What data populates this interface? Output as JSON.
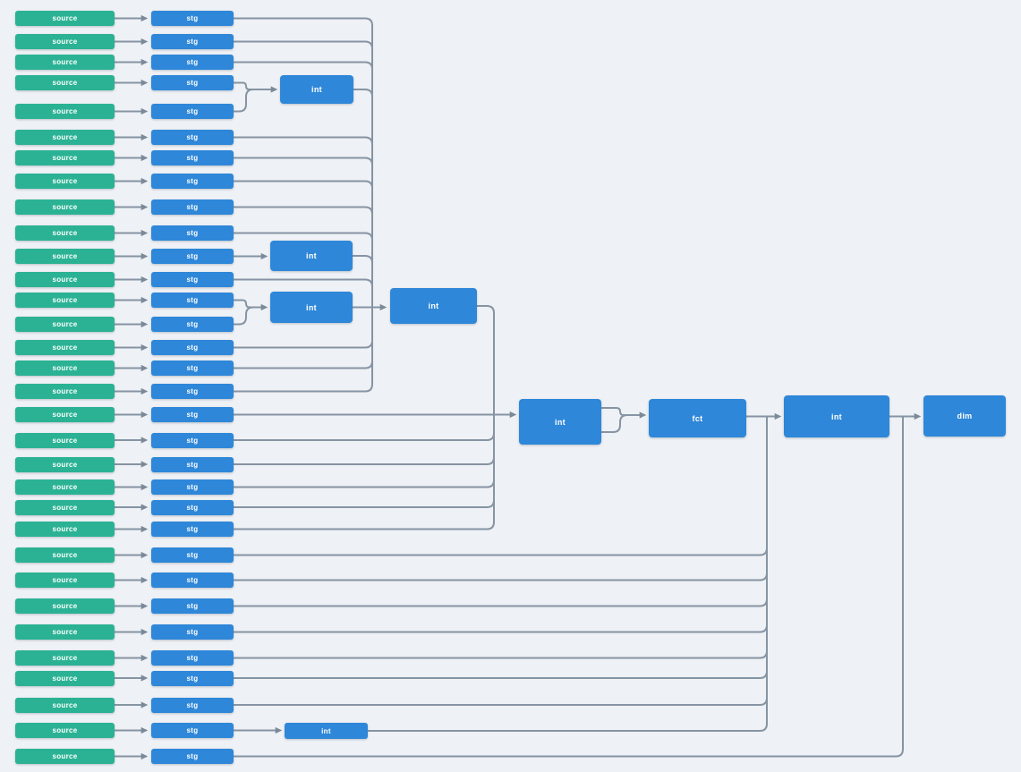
{
  "diagram": {
    "background": "#eef1f5",
    "colors": {
      "source_node": "#2bb294",
      "model_node": "#2e87d8",
      "edge": "#8694a3",
      "arrowhead": "#7b8a99",
      "node_text": "#ffffff"
    },
    "rows": [
      {
        "source": "source",
        "stg": "stg",
        "stg_to": "int-4"
      },
      {
        "source": "source",
        "stg": "stg",
        "stg_to": "int-4"
      },
      {
        "source": "source",
        "stg": "stg",
        "stg_to": "int-4"
      },
      {
        "source": "source",
        "stg": "stg",
        "stg_to": "int-1"
      },
      {
        "source": "source",
        "stg": "stg",
        "stg_to": "int-1"
      },
      {
        "source": "source",
        "stg": "stg",
        "stg_to": "int-4"
      },
      {
        "source": "source",
        "stg": "stg",
        "stg_to": "int-4"
      },
      {
        "source": "source",
        "stg": "stg",
        "stg_to": "int-4"
      },
      {
        "source": "source",
        "stg": "stg",
        "stg_to": "int-4"
      },
      {
        "source": "source",
        "stg": "stg",
        "stg_to": "int-4"
      },
      {
        "source": "source",
        "stg": "stg",
        "stg_to": "int-2"
      },
      {
        "source": "source",
        "stg": "stg",
        "stg_to": "int-4"
      },
      {
        "source": "source",
        "stg": "stg",
        "stg_to": "int-3"
      },
      {
        "source": "source",
        "stg": "stg",
        "stg_to": "int-3"
      },
      {
        "source": "source",
        "stg": "stg",
        "stg_to": "int-4"
      },
      {
        "source": "source",
        "stg": "stg",
        "stg_to": "int-4"
      },
      {
        "source": "source",
        "stg": "stg",
        "stg_to": "int-4"
      },
      {
        "source": "source",
        "stg": "stg",
        "stg_to": "int-5"
      },
      {
        "source": "source",
        "stg": "stg",
        "stg_to": "int-5"
      },
      {
        "source": "source",
        "stg": "stg",
        "stg_to": "int-5"
      },
      {
        "source": "source",
        "stg": "stg",
        "stg_to": "int-5"
      },
      {
        "source": "source",
        "stg": "stg",
        "stg_to": "int-5"
      },
      {
        "source": "source",
        "stg": "stg",
        "stg_to": "int-5"
      },
      {
        "source": "source",
        "stg": "stg",
        "stg_to": "int-6"
      },
      {
        "source": "source",
        "stg": "stg",
        "stg_to": "int-6"
      },
      {
        "source": "source",
        "stg": "stg",
        "stg_to": "int-6"
      },
      {
        "source": "source",
        "stg": "stg",
        "stg_to": "int-6"
      },
      {
        "source": "source",
        "stg": "stg",
        "stg_to": "int-6"
      },
      {
        "source": "source",
        "stg": "stg",
        "stg_to": "int-6"
      },
      {
        "source": "source",
        "stg": "stg",
        "stg_to": "int-6"
      },
      {
        "source": "source",
        "stg": "stg",
        "stg_to": "int-7"
      },
      {
        "source": "source",
        "stg": "stg",
        "stg_to": "dim-1"
      }
    ],
    "nodes": [
      {
        "id": "int-1",
        "label": "int",
        "inputs": [
          "stg-4",
          "stg-5"
        ],
        "output": "int-4"
      },
      {
        "id": "int-2",
        "label": "int",
        "inputs": [
          "stg-11"
        ],
        "output": "int-4"
      },
      {
        "id": "int-3",
        "label": "int",
        "inputs": [
          "stg-13",
          "stg-14"
        ],
        "output": "int-4"
      },
      {
        "id": "int-4",
        "label": "int",
        "output": "int-5"
      },
      {
        "id": "int-5",
        "label": "int",
        "output": "fct-1",
        "output_edge_count": 2
      },
      {
        "id": "fct-1",
        "label": "fct",
        "output": "int-6"
      },
      {
        "id": "int-6",
        "label": "int",
        "output": "dim-1"
      },
      {
        "id": "int-7",
        "label": "int",
        "inputs": [
          "stg-31"
        ],
        "output": "int-6"
      },
      {
        "id": "dim-1",
        "label": "dim"
      }
    ]
  }
}
